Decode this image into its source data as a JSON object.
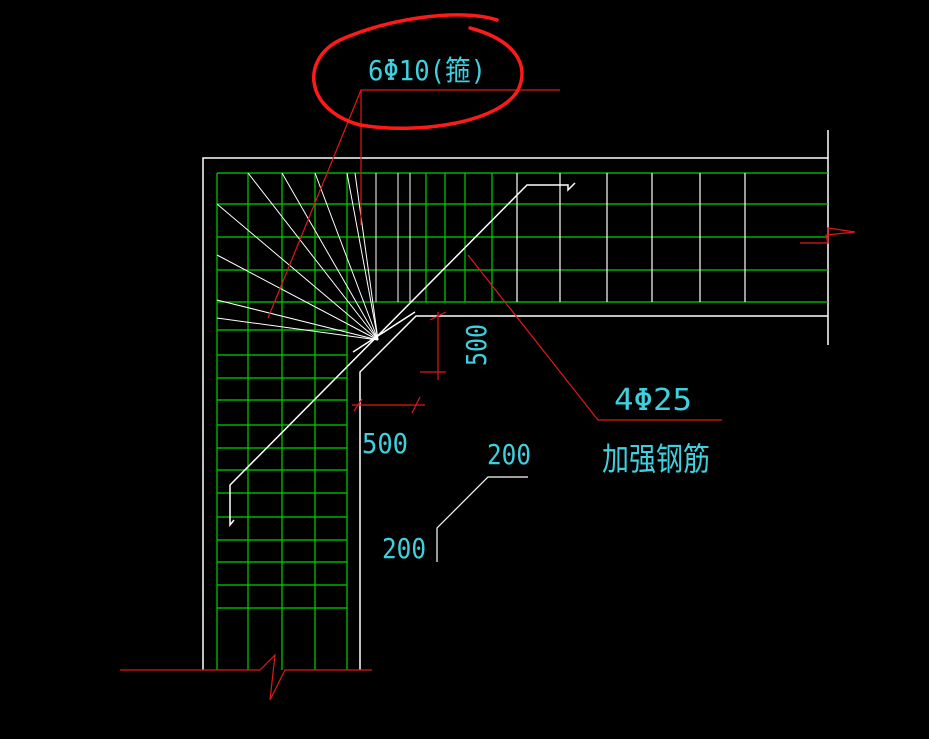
{
  "annotations": {
    "stirrup_label": "6Φ10(箍)",
    "bar_label": "4Φ25",
    "bar_note": "加强钢筋",
    "dim_vertical": "500",
    "dim_horizontal": "500",
    "detail_dim_top": "200",
    "detail_dim_left": "200"
  },
  "colors": {
    "background": "#000000",
    "outline": "#ffffff",
    "grid": "#00d200",
    "leader": "#e01818",
    "text": "#3fd0e0",
    "markup": "#ff1a1a"
  }
}
